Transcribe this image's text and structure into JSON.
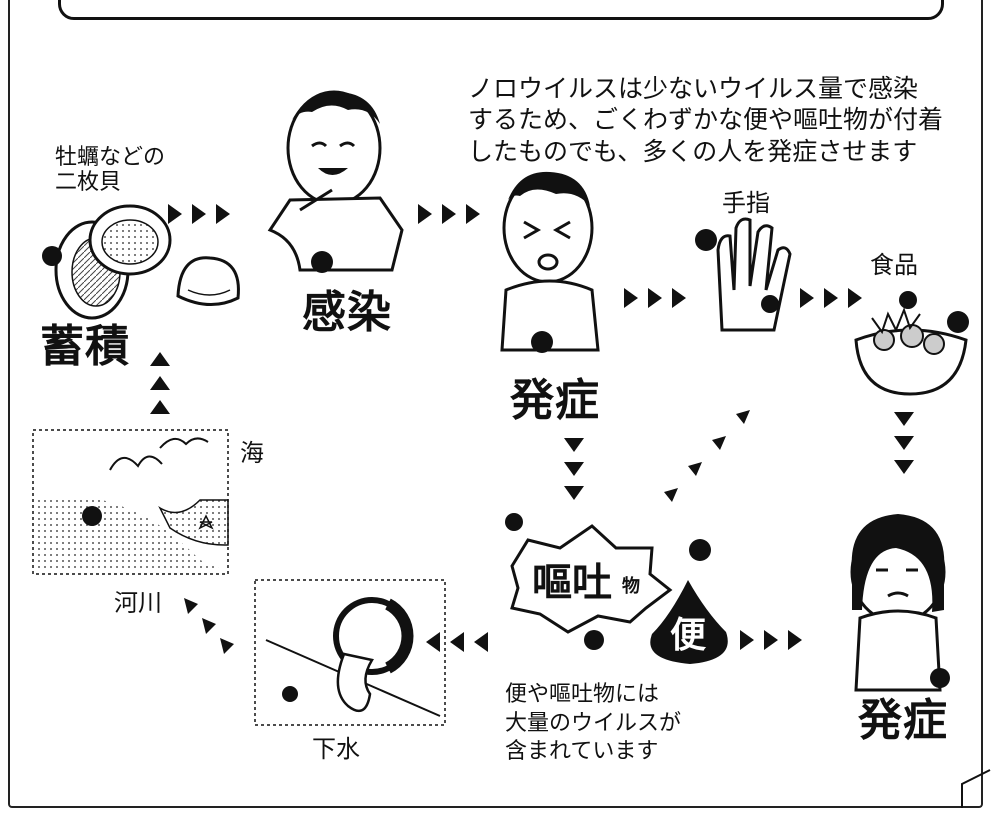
{
  "description_text": "ノロウイルスは少ないウイルス量で感染\nするため、ごくわずかな便や嘔吐物が付着\nしたものでも、多くの人を発症させます",
  "labels": {
    "shellfish": "牡蠣などの\n二枚貝",
    "accumulation": "蓄積",
    "infection": "感染",
    "onset1": "発症",
    "onset2": "発症",
    "fingers": "手指",
    "food": "食品",
    "sea": "海",
    "river": "河川",
    "sewage": "下水",
    "vomit": "嘔吐",
    "vomit_small": "物",
    "feces": "便"
  },
  "bottom_note": "便や嘔吐物には\n大量のウイルスが\n含まれています"
}
